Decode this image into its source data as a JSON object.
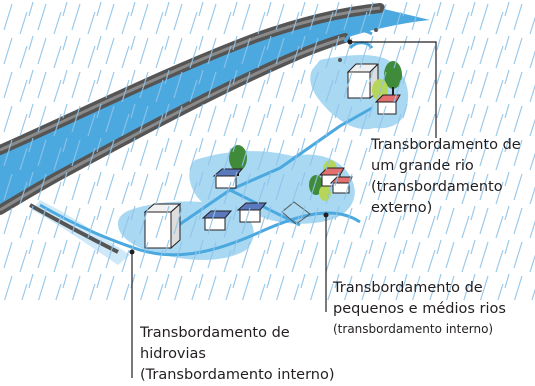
{
  "labels": {
    "large_river": {
      "lines": [
        "Transbordamento de",
        "um grande rio",
        "(transbordamento",
        "externo)"
      ]
    },
    "small_rivers": {
      "lines": [
        "Transbordamento de",
        "pequenos e médios rios",
        "(transbordamento interno)"
      ]
    },
    "waterways": {
      "lines": [
        "Transbordamento de",
        "hidrovias",
        "(Transbordamento interno)"
      ]
    }
  },
  "colors": {
    "river_water": "#4ba9df",
    "flood_water": "#a9d8f3",
    "flood_water_light": "#cfe9f8",
    "levee": "#555555",
    "rain": "#8fc3e8",
    "leader_line": "#231f20",
    "tree": "#3f8b3a",
    "tree_light": "#b6d65a",
    "roof_blue": "#5b79bd",
    "roof_red": "#e36f6f"
  }
}
